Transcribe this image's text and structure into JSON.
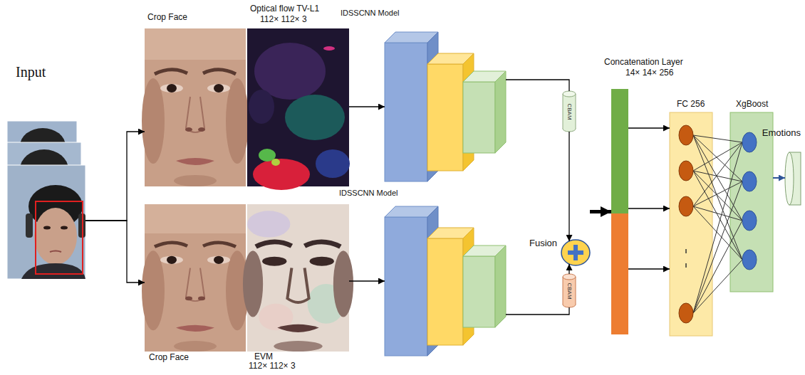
{
  "diagram": {
    "nodes": [
      {
        "text": [
          "Input"
        ]
      },
      {
        "text": [
          "Crop Face"
        ]
      },
      {
        "text": [
          "Optical flow TV-L1",
          "112× 112× 3"
        ]
      },
      {
        "text": [
          "IDSSCNN Model"
        ]
      },
      {
        "text": [
          "CBAM"
        ]
      },
      {
        "text": [
          "Crop Face"
        ]
      },
      {
        "text": [
          "EVM",
          "112× 112× 3"
        ]
      },
      {
        "text": [
          "IDSSCNN Model"
        ]
      },
      {
        "text": [
          "CBAM"
        ]
      },
      {
        "text": [
          "Fusion"
        ]
      },
      {
        "text": [
          "Concatenation Layer",
          "14× 14× 256"
        ]
      },
      {
        "text": [
          "FC 256"
        ]
      },
      {
        "text": [
          "XgBoost"
        ]
      },
      {
        "text": [
          "Emotions"
        ]
      }
    ],
    "edges": [
      {
        "from": 0,
        "to": 1,
        "arrow": "to"
      },
      {
        "from": 0,
        "to": 5,
        "arrow": "to"
      },
      {
        "from": 2,
        "to": 3,
        "arrow": "to"
      },
      {
        "from": 6,
        "to": 7,
        "arrow": "to"
      },
      {
        "from": 3,
        "to": 4,
        "arrow": "none"
      },
      {
        "from": 4,
        "to": 9,
        "arrow": "to"
      },
      {
        "from": 7,
        "to": 8,
        "arrow": "none"
      },
      {
        "from": 8,
        "to": 9,
        "arrow": "to"
      },
      {
        "from": 9,
        "to": 10,
        "arrow": "to"
      },
      {
        "from": 10,
        "to": 11,
        "arrow": "to"
      },
      {
        "from": 10,
        "to": 11,
        "arrow": "to"
      },
      {
        "from": 10,
        "to": 11,
        "arrow": "to"
      },
      {
        "from": 12,
        "to": 13,
        "arrow": "to"
      }
    ]
  }
}
